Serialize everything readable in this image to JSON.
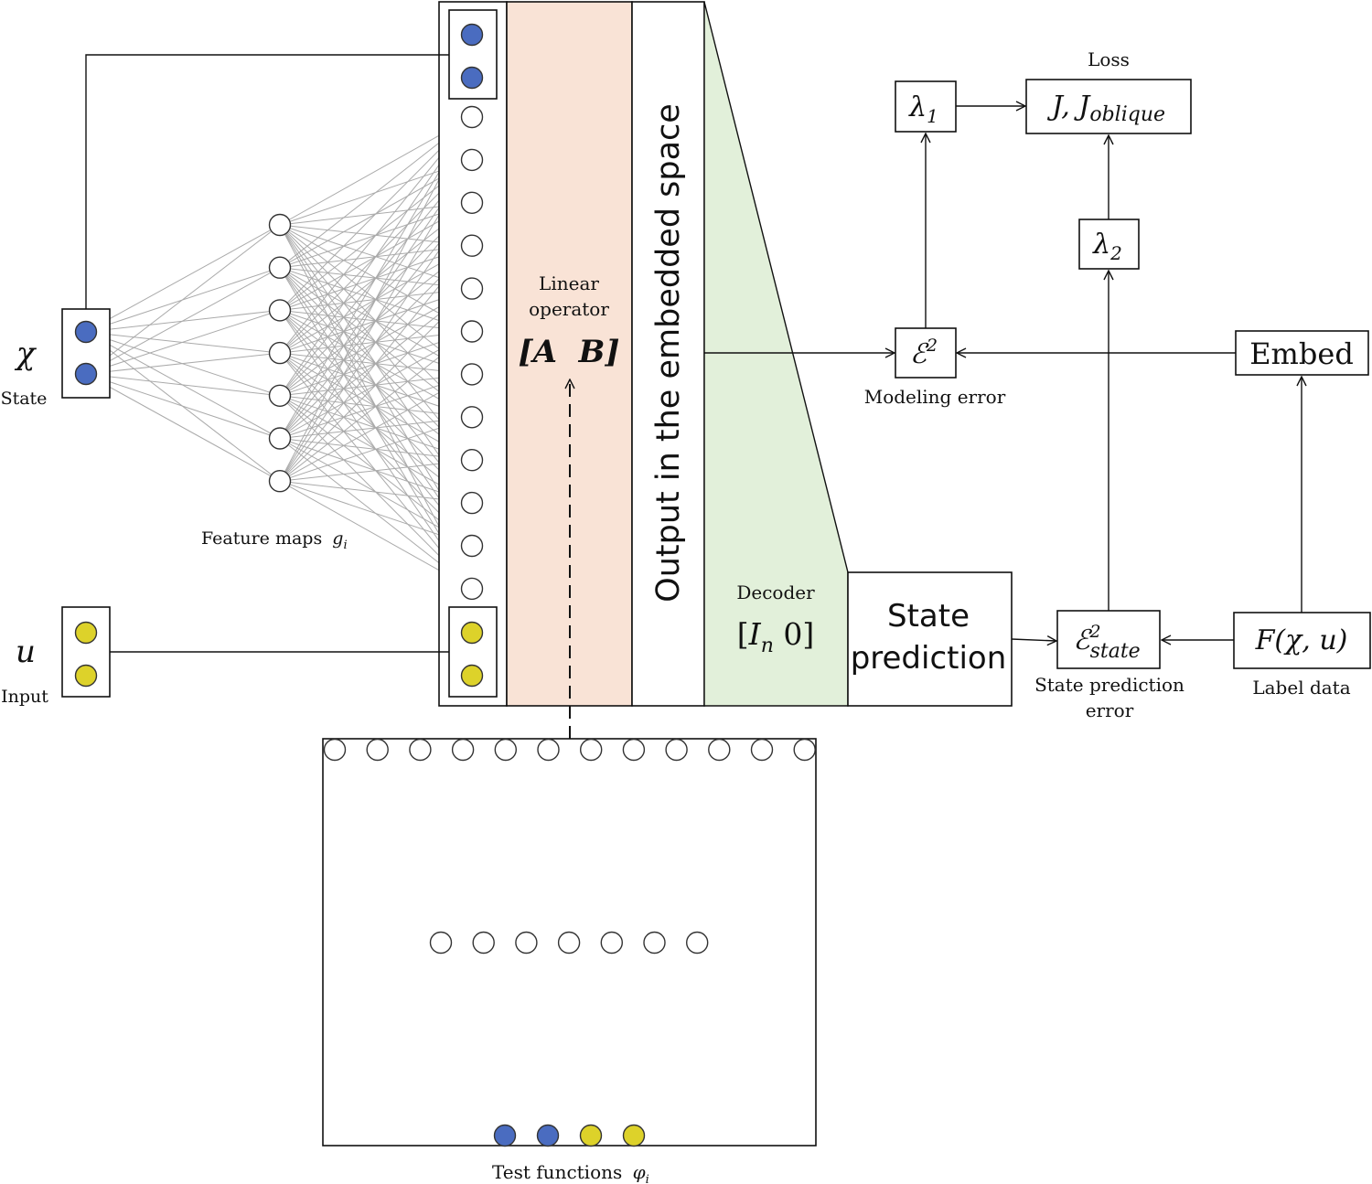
{
  "colors": {
    "state_node": "#4a6cc0",
    "input_node": "#ddd22a",
    "hidden_node": "#ffffff",
    "linear_operator_band": "#f9e3d6",
    "decoder_band": "#e2f0da",
    "edge": "#aaaaaa"
  },
  "inputs": {
    "state_symbol": "χ",
    "state_label": "State",
    "input_symbol": "u",
    "input_label": "Input"
  },
  "encoder": {
    "feature_maps_label": "Feature maps",
    "feature_maps_symbol": "g",
    "feature_maps_sub": "i"
  },
  "linear_operator": {
    "label_line1": "Linear",
    "label_line2": "operator",
    "matrix": "[A  B]"
  },
  "embedded_output": {
    "label": "Output in the embedded space"
  },
  "decoder": {
    "label": "Decoder",
    "matrix_open": "[",
    "matrix_I": "I",
    "matrix_sub": "n",
    "matrix_rest": " 0]"
  },
  "state_prediction": {
    "line1": "State",
    "line2": "prediction"
  },
  "test_functions": {
    "label": "Test functions",
    "symbol": "φ",
    "sub": "i"
  },
  "loss_graph": {
    "loss_label": "Loss",
    "loss_J": "J, J",
    "loss_sub": "oblique",
    "lambda1": "λ",
    "lambda1_sub": "1",
    "lambda2": "λ",
    "lambda2_sub": "2",
    "modeling_error_symbol": "ℰ",
    "modeling_error_sup": "2",
    "modeling_error_label": "Modeling error",
    "state_error_symbol": "ℰ",
    "state_error_sup": "2",
    "state_error_sub": "state",
    "state_error_label_line1": "State prediction",
    "state_error_label_line2": "error",
    "embed_label": "Embed",
    "label_data_expr": "F(χ, u)",
    "label_data_label": "Label data"
  }
}
